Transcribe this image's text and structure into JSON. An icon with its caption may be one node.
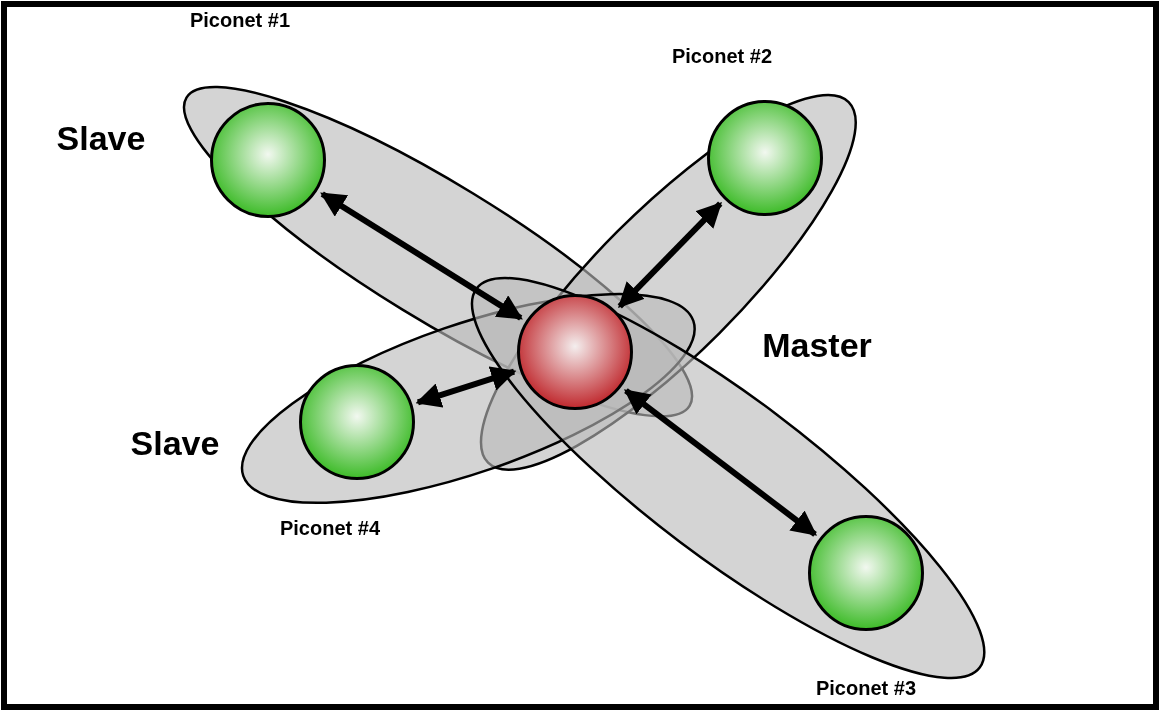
{
  "diagram": {
    "nodes": [
      {
        "text": [
          "Piconet #1"
        ]
      },
      {
        "text": [],
        "shape": "circle",
        "in": 0,
        "beside": [
          "Slave"
        ]
      },
      {
        "text": [
          "Piconet #2"
        ]
      },
      {
        "text": [],
        "shape": "circle",
        "in": 2
      },
      {
        "text": [],
        "shape": "circle",
        "beside": [
          "Master"
        ]
      },
      {
        "text": [
          "Piconet #4"
        ]
      },
      {
        "text": [],
        "shape": "circle",
        "in": 5,
        "beside": [
          "Slave"
        ]
      },
      {
        "text": [
          "Piconet #3"
        ]
      },
      {
        "text": [],
        "shape": "circle",
        "in": 7
      }
    ],
    "edges": [
      {
        "from": 4,
        "to": 1,
        "arrow": "both"
      },
      {
        "from": 4,
        "to": 3,
        "arrow": "both"
      },
      {
        "from": 4,
        "to": 6,
        "arrow": "both"
      },
      {
        "from": 4,
        "to": 8,
        "arrow": "both"
      }
    ]
  }
}
